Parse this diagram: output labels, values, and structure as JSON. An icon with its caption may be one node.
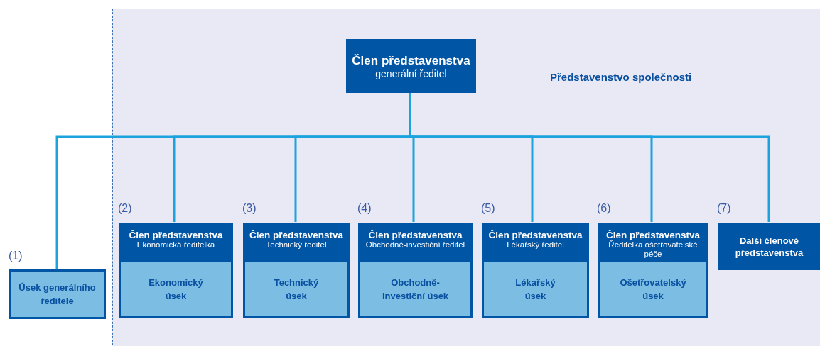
{
  "diagram": {
    "nodes": [
      {
        "text": [
          "Představenstvo společnosti"
        ]
      },
      {
        "text": [
          "Člen představenstva",
          "generální ředitel"
        ],
        "in": 0
      },
      {
        "text": [
          "Úsek generálního ředitele"
        ],
        "beside": [
          "(1)"
        ]
      },
      {
        "text": [
          "Člen představenstva",
          "Ekonomická ředitelka"
        ],
        "in": 0,
        "beside": [
          "(2)"
        ]
      },
      {
        "text": [
          "Ekonomický úsek"
        ],
        "in": 3
      },
      {
        "text": [
          "Člen představenstva",
          "Technický ředitel"
        ],
        "in": 0,
        "beside": [
          "(3)"
        ]
      },
      {
        "text": [
          "Technický úsek"
        ],
        "in": 5
      },
      {
        "text": [
          "Člen představenstva",
          "Obchodně-investiční ředitel"
        ],
        "in": 0,
        "beside": [
          "(4)"
        ]
      },
      {
        "text": [
          "Obchodně-investiční úsek"
        ],
        "in": 7
      },
      {
        "text": [
          "Člen představenstva",
          "Lékařský ředitel"
        ],
        "in": 0,
        "beside": [
          "(5)"
        ]
      },
      {
        "text": [
          "Lékařský úsek"
        ],
        "in": 9
      },
      {
        "text": [
          "Člen představenstva",
          "Ředitelka ošetřovatelské péče"
        ],
        "in": 0,
        "beside": [
          "(6)"
        ]
      },
      {
        "text": [
          "Ošetřovatelský úsek"
        ],
        "in": 11
      },
      {
        "text": [
          "Další členové představenstva"
        ],
        "in": 0,
        "beside": [
          "(7)"
        ]
      }
    ],
    "edges": [
      {
        "from": 1,
        "to": 2,
        "arrow": "none"
      },
      {
        "from": 1,
        "to": 3,
        "arrow": "none"
      },
      {
        "from": 1,
        "to": 5,
        "arrow": "none"
      },
      {
        "from": 1,
        "to": 7,
        "arrow": "none"
      },
      {
        "from": 1,
        "to": 9,
        "arrow": "none"
      },
      {
        "from": 1,
        "to": 11,
        "arrow": "none"
      },
      {
        "from": 1,
        "to": 13,
        "arrow": "none"
      }
    ]
  }
}
